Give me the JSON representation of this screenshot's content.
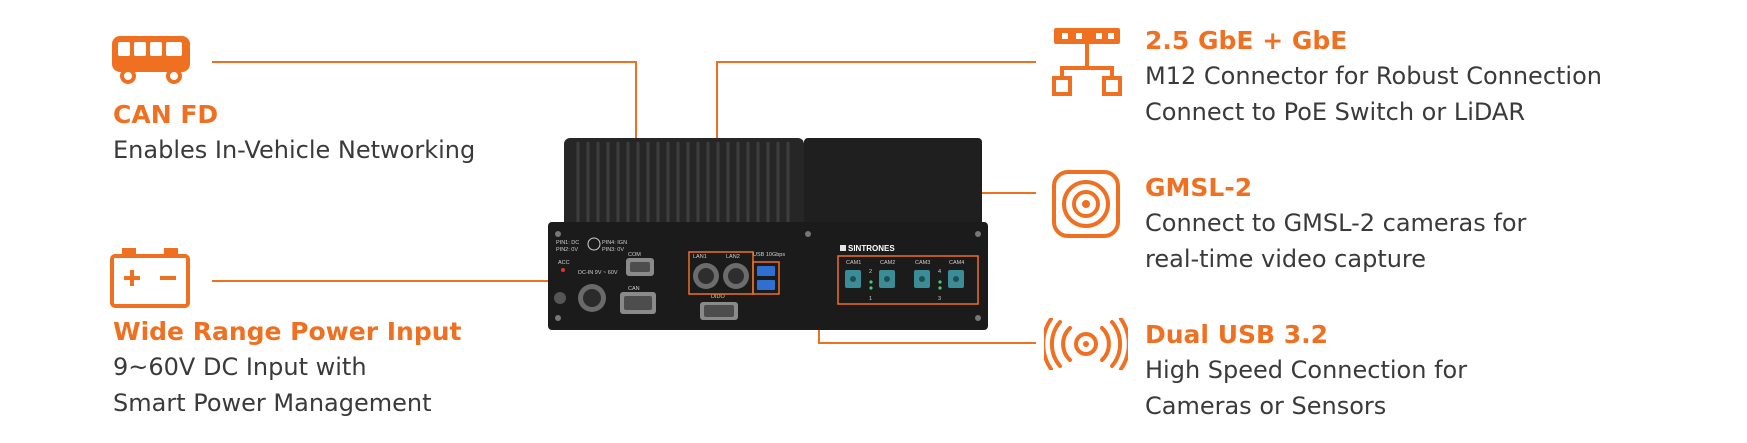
{
  "colors": {
    "accent": "#f07022",
    "text": "#3a3a3a",
    "device": "#1b1b1b"
  },
  "features": {
    "can": {
      "icon": "bus-icon",
      "title": "CAN FD",
      "lines": [
        "Enables In-Vehicle Networking"
      ]
    },
    "power": {
      "icon": "battery-icon",
      "title": "Wide Range Power Input",
      "lines": [
        "9~60V DC Input with",
        "Smart Power Management"
      ]
    },
    "ethernet": {
      "icon": "network-icon",
      "title": "2.5 GbE + GbE",
      "lines": [
        "M12 Connector for Robust Connection",
        "Connect to PoE Switch or LiDAR"
      ]
    },
    "gmsl": {
      "icon": "camera-icon",
      "title": "GMSL-2",
      "lines": [
        "Connect to GMSL-2 cameras for",
        "real-time video capture"
      ]
    },
    "usb": {
      "icon": "signal-waves-icon",
      "title": "Dual USB 3.2",
      "lines": [
        "High Speed Connection for",
        "Cameras or Sensors"
      ]
    }
  },
  "device": {
    "brand": "SINTRONES",
    "labels": {
      "com": "COM",
      "can": "CAN",
      "dido": "DIDO",
      "lan1": "LAN1",
      "lan2": "LAN2",
      "usb": "USB 10Gbps",
      "acc": "ACC",
      "dcin": "DC-IN 9V ~ 60V",
      "cam1": "CAM1",
      "cam2": "CAM2",
      "cam3": "CAM3",
      "cam4": "CAM4",
      "cam_num_2": "2",
      "cam_num_1": "1",
      "cam_num_4": "4",
      "cam_num_3": "3",
      "pin_left_1": "PIN1: DC",
      "pin_left_2": "PIN2: 0V",
      "pin_right_1": "PIN4: IGN",
      "pin_right_2": "PIN3: 0V"
    }
  }
}
